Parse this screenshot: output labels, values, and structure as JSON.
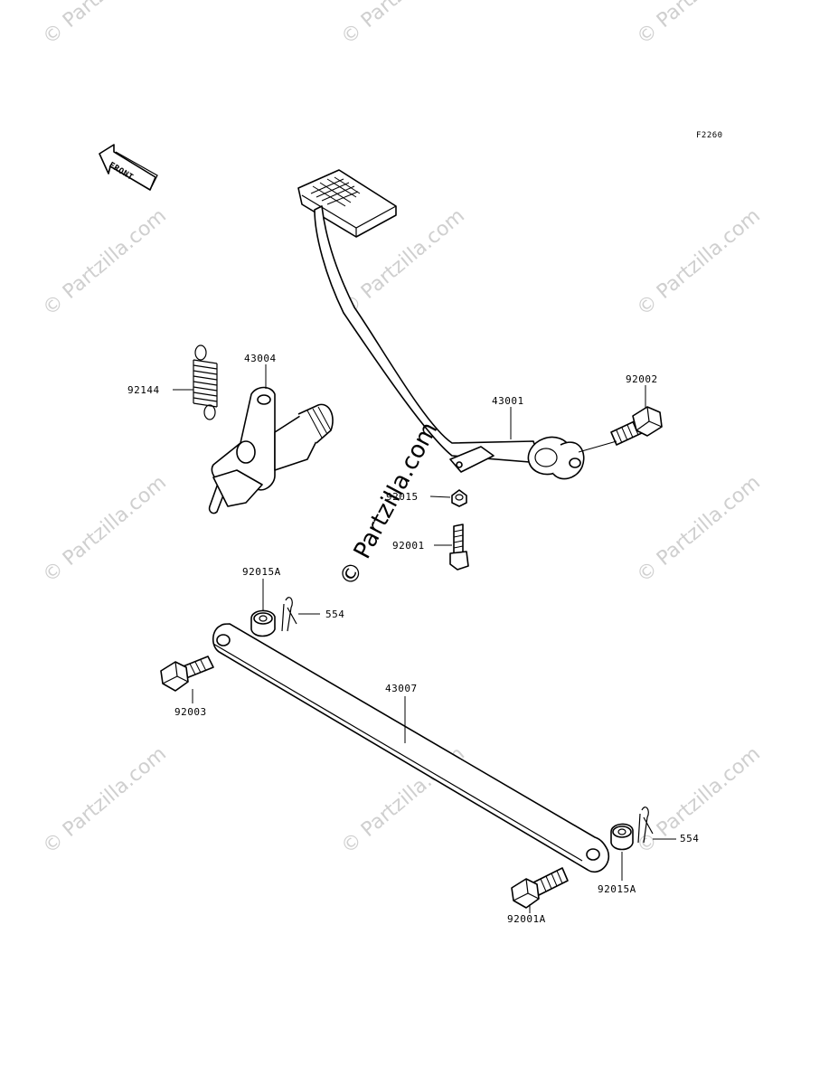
{
  "figure_ref": "F2260",
  "front_label": "FRONT",
  "watermark": {
    "tile_text": "© Partzilla.com",
    "center_text": "© Partzilla.com"
  },
  "callouts": {
    "c92144": "92144",
    "c43004": "43004",
    "c43001": "43001",
    "c92002": "92002",
    "c92015": "92015",
    "c92001": "92001",
    "c92015A_top": "92015A",
    "c554_top": "554",
    "c92003": "92003",
    "c43007": "43007",
    "c554_bottom": "554",
    "c92015A_bottom": "92015A",
    "c92001A": "92001A"
  },
  "colors": {
    "line": "#000000",
    "watermark": "#cfcfcf",
    "background": "#ffffff"
  }
}
